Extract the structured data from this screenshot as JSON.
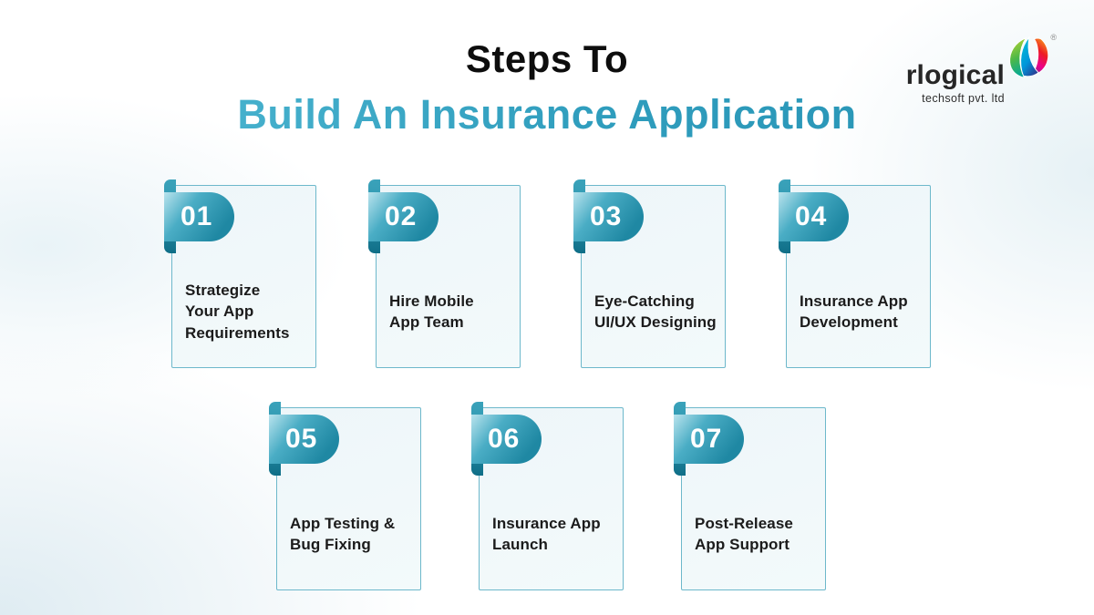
{
  "header": {
    "title_black": "Steps To",
    "title_teal": "Build An Insurance Application"
  },
  "logo": {
    "name": "rlogical",
    "subtitle": "techsoft pvt. ltd",
    "registered_mark": "®"
  },
  "steps": [
    {
      "number": "01",
      "label": "Strategize\nYour App\nRequirements"
    },
    {
      "number": "02",
      "label": "Hire Mobile\nApp Team"
    },
    {
      "number": "03",
      "label": "Eye-Catching\nUI/UX Designing"
    },
    {
      "number": "04",
      "label": "Insurance App\nDevelopment"
    },
    {
      "number": "05",
      "label": "App Testing &\nBug Fixing"
    },
    {
      "number": "06",
      "label": "Insurance App\nLaunch"
    },
    {
      "number": "07",
      "label": "Post-Release\nApp Support"
    }
  ],
  "colors": {
    "accent_teal": "#2b93ac",
    "title_gradient_start": "#54bcd6",
    "title_gradient_end": "#2792b4",
    "card_border": "#6db8cb",
    "card_background": "#f0f7f9",
    "badge_dark": "#1f88a3",
    "text_dark": "#1b1b1b"
  }
}
